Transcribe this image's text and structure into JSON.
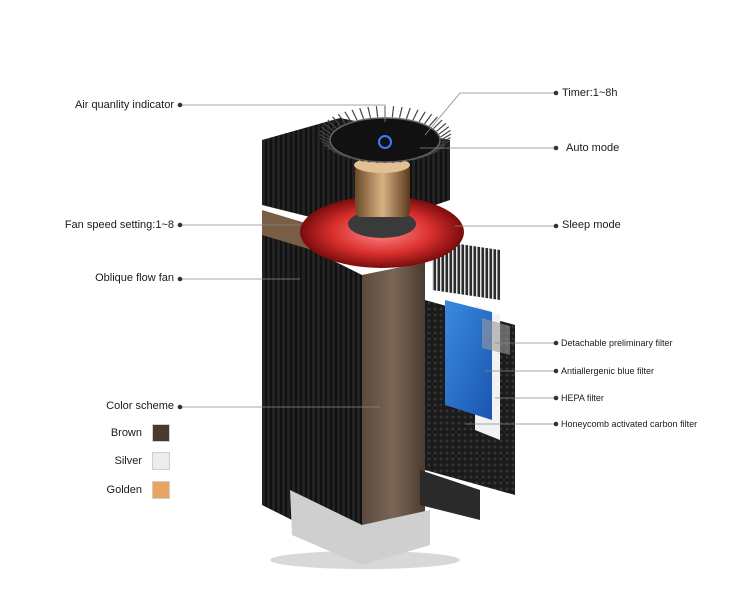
{
  "callouts_left": [
    {
      "id": "air-quality-indicator",
      "text": "Air quanlity indicator"
    },
    {
      "id": "fan-speed-setting",
      "text": "Fan speed setting:1~8"
    },
    {
      "id": "oblique-flow-fan",
      "text": "Oblique flow fan"
    },
    {
      "id": "color-scheme",
      "text": "Color scheme"
    }
  ],
  "callouts_right": [
    {
      "id": "timer",
      "text": "Timer:1~8h"
    },
    {
      "id": "auto-mode",
      "text": "Auto mode"
    },
    {
      "id": "sleep-mode",
      "text": "Sleep mode"
    }
  ],
  "callouts_filters": [
    {
      "id": "detachable-preliminary-filter",
      "text": "Detachable preliminary filter"
    },
    {
      "id": "antiallergenic-blue-filter",
      "text": "Antiallergenic blue filter"
    },
    {
      "id": "hepa-filter",
      "text": "HEPA filter"
    },
    {
      "id": "honeycomb-carbon-filter",
      "text": "Honeycomb activated carbon filter"
    }
  ],
  "color_options": [
    {
      "name": "Brown",
      "color": "#4a3a2e"
    },
    {
      "name": "Silver",
      "color": "#ececec"
    },
    {
      "name": "Golden",
      "color": "#e9a45f"
    }
  ],
  "icons": {
    "callout_dot": "dot-icon",
    "control_panel": "power-icon"
  }
}
